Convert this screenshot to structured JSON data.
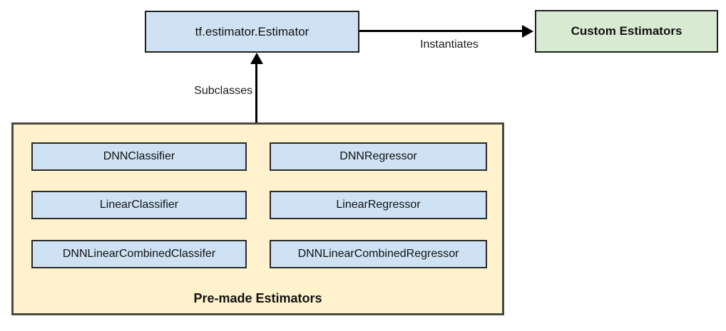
{
  "diagram": {
    "estimator_box": {
      "label": "tf.estimator.Estimator"
    },
    "custom_box": {
      "label": "Custom Estimators"
    },
    "edges": {
      "instantiates_label": "Instantiates",
      "subclasses_label": "Subclasses"
    },
    "premade": {
      "title": "Pre-made Estimators",
      "items": [
        {
          "label": "DNNClassifier"
        },
        {
          "label": "DNNRegressor"
        },
        {
          "label": "LinearClassifier"
        },
        {
          "label": "LinearRegressor"
        },
        {
          "label": "DNNLinearCombinedClassifer"
        },
        {
          "label": "DNNLinearCombinedRegressor"
        }
      ]
    },
    "colors": {
      "estimator_fill": "#cfe2f3",
      "custom_fill": "#d9ead3",
      "premade_fill": "#fff2cc",
      "box_border": "#1f1f1f",
      "arrow": "#000000"
    }
  }
}
